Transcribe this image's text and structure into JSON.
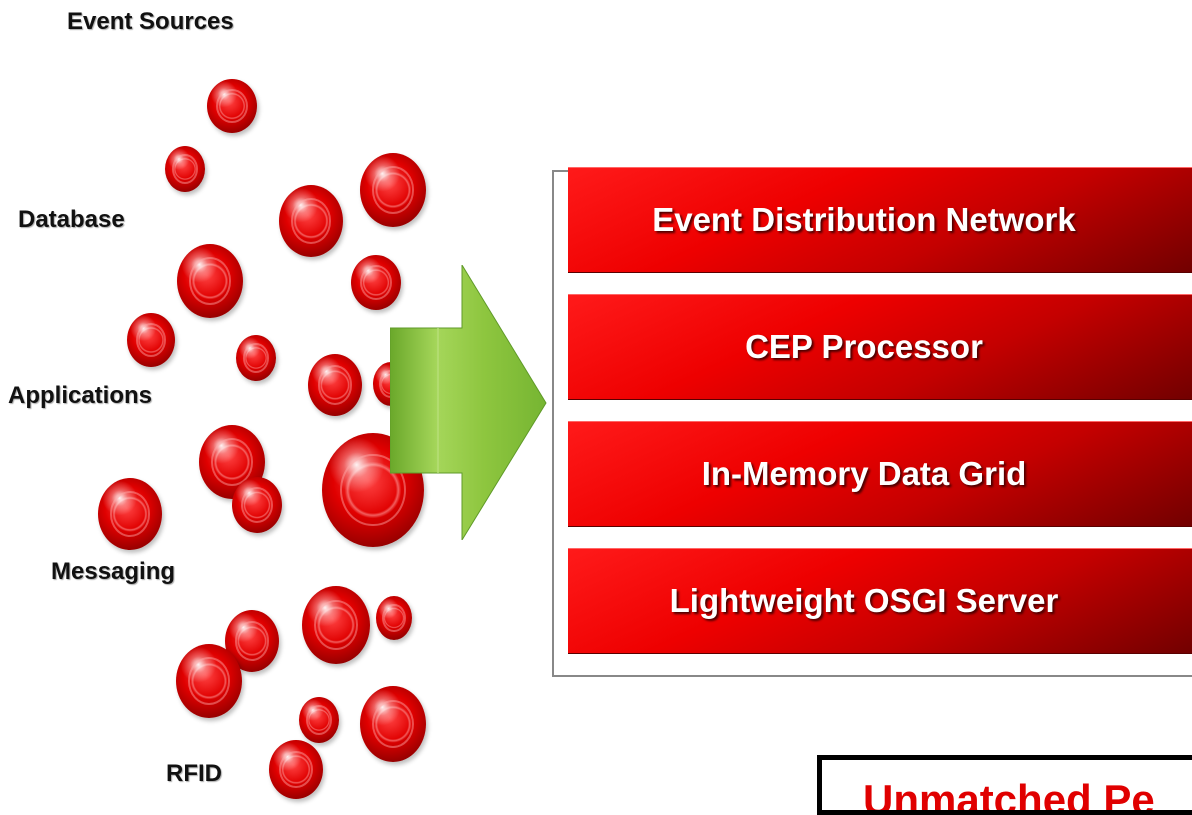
{
  "title": "Event Sources",
  "source_labels": [
    "Database",
    "Applications",
    "Messaging",
    "RFID"
  ],
  "stack_layers": [
    "Event Distribution Network",
    "CEP Processor",
    "In-Memory Data Grid",
    "Lightweight OSGI Server"
  ],
  "callout_text": "Unmatched Pe",
  "colors": {
    "sphere_red": "#e00000",
    "arrow_green": "#8ec63f",
    "layer_red": "#ee0000",
    "layer_dark": "#6e0000",
    "callout_text": "#e00000"
  },
  "icons": [
    "event-sphere-icon",
    "flow-arrow-icon"
  ]
}
